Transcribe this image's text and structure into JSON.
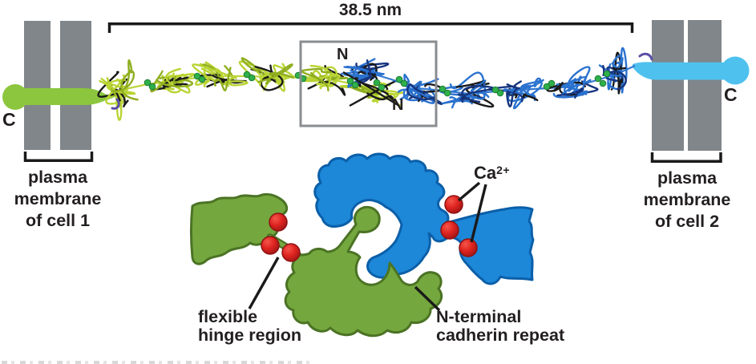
{
  "figure_labels": {
    "scale": "38.5 nm",
    "c_left": "C",
    "c_right": "C",
    "n_top": "N",
    "n_bottom": "N",
    "calcium_base": "Ca",
    "calcium_sup": "2+",
    "left_membrane": [
      "plasma",
      "membrane",
      "of cell 1"
    ],
    "right_membrane": [
      "plasma",
      "membrane",
      "of cell 2"
    ],
    "hinge": [
      "flexible",
      "hinge region"
    ],
    "repeat": [
      "N-terminal",
      "cadherin repeat"
    ]
  },
  "colors": {
    "text_dark": "#231f20",
    "membrane_gray": "#80868a",
    "rod_green": "#8cc63e",
    "rod_blue": "#4fc1ee",
    "ribbon_green": "#b9d433",
    "ribbon_green_dark": "#8fae1f",
    "ribbon_blue": "#2a72cf",
    "ribbon_blue_dark": "#16357e",
    "ribbon_black": "#1a1a1a",
    "ribbon_purple": "#5b4ea5",
    "ion_green": "#2fb04a",
    "ion_green_dark": "#1b7a33",
    "cartoon_green": "#74a73e",
    "cartoon_green_dark": "#4b7324",
    "cartoon_blue": "#1d87d8",
    "cartoon_blue_dark": "#0b5fa8",
    "calcium_red": "#df2420",
    "calcium_red_deep": "#8f1212",
    "pointer_black": "#1a1a1a",
    "box_gray": "#8a8d90"
  }
}
